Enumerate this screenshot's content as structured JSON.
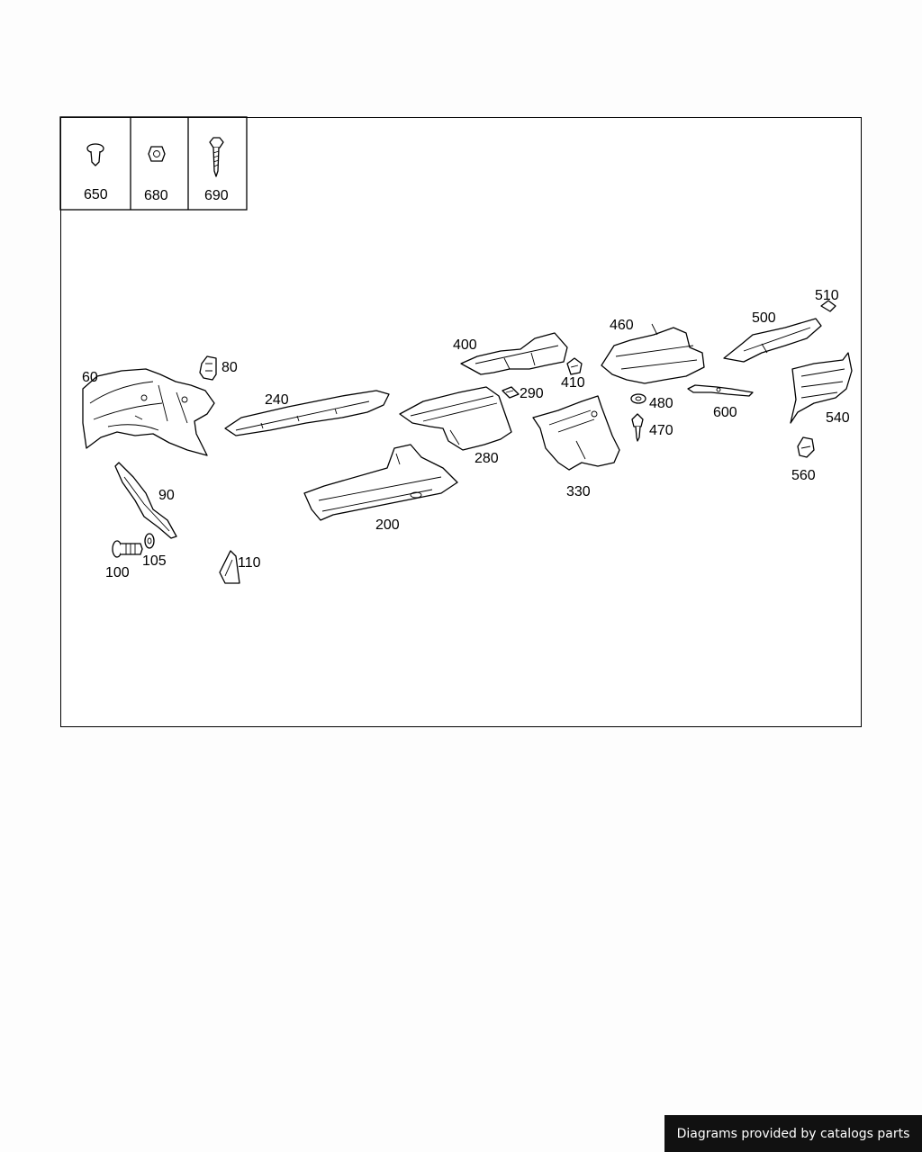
{
  "fastener_box": {
    "items": [
      "650",
      "680",
      "690"
    ]
  },
  "callouts": {
    "p60": "60",
    "p80": "80",
    "p90": "90",
    "p100": "100",
    "p105": "105",
    "p110": "110",
    "p200": "200",
    "p240": "240",
    "p280": "280",
    "p290": "290",
    "p330": "330",
    "p400": "400",
    "p410": "410",
    "p460": "460",
    "p470": "470",
    "p480": "480",
    "p500": "500",
    "p510": "510",
    "p540": "540",
    "p560": "560",
    "p600": "600"
  },
  "footer": {
    "credit": "Diagrams provided by catalogs parts"
  }
}
